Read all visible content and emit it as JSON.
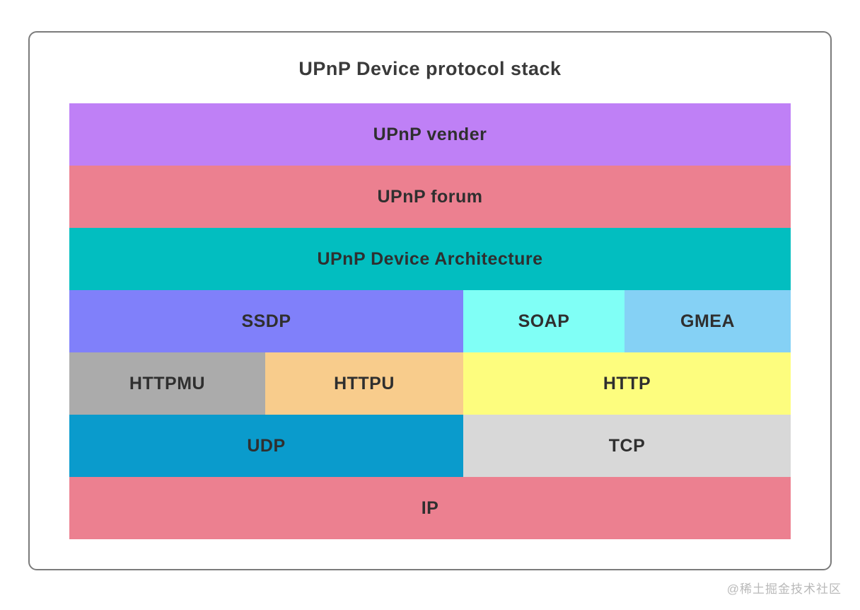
{
  "title": "UPnP Device protocol stack",
  "watermark": "@稀土掘金技术社区",
  "stack": {
    "rows": [
      {
        "segments": [
          {
            "label": "UPnP vender",
            "color": "#bf80f6"
          }
        ]
      },
      {
        "segments": [
          {
            "label": "UPnP forum",
            "color": "#ec8090"
          }
        ]
      },
      {
        "segments": [
          {
            "label": "UPnP Device Architecture",
            "color": "#02bec0"
          }
        ]
      },
      {
        "segments": [
          {
            "label": "SSDP",
            "color": "#8080fa"
          },
          {
            "label": "SOAP",
            "color": "#80fff6"
          },
          {
            "label": "GMEA",
            "color": "#85d1f5"
          }
        ]
      },
      {
        "segments": [
          {
            "label": "HTTPMU",
            "color": "#ababab"
          },
          {
            "label": "HTTPU",
            "color": "#f8cc8c"
          },
          {
            "label": "HTTP",
            "color": "#fdfd7e"
          }
        ]
      },
      {
        "segments": [
          {
            "label": "UDP",
            "color": "#0a9bcc"
          },
          {
            "label": "TCP",
            "color": "#d8d8d8"
          }
        ]
      },
      {
        "segments": [
          {
            "label": "IP",
            "color": "#ec8090"
          }
        ]
      }
    ]
  }
}
